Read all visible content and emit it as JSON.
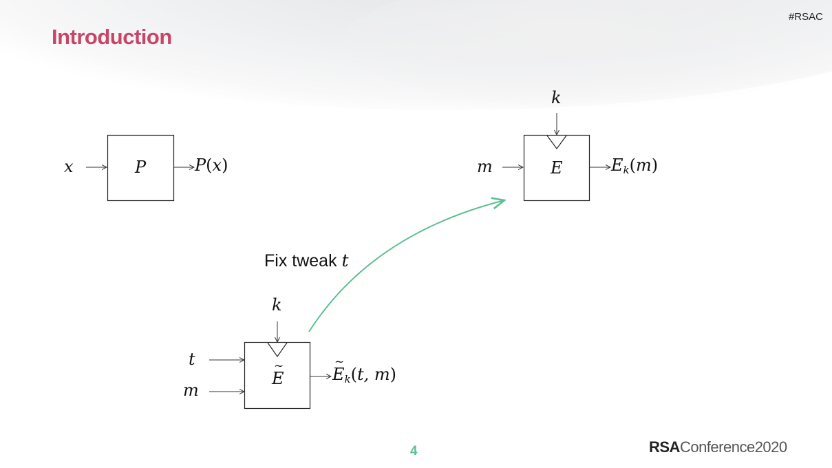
{
  "slide": {
    "title": "Introduction",
    "hashtag": "#RSAC",
    "page_number": "4",
    "footer": {
      "brand": "RSA",
      "tail": "Conference2020"
    },
    "colors": {
      "title": "#c8456a",
      "accent": "#5cbf93",
      "text": "#111111"
    }
  },
  "diagram": {
    "permutation": {
      "input": "x",
      "box": "P",
      "output_fn": "P",
      "output_arg": "x"
    },
    "block_cipher": {
      "key": "k",
      "input": "m",
      "box": "E",
      "output_fn": "E",
      "output_sub": "k",
      "output_arg": "m"
    },
    "tweakable_cipher": {
      "key": "k",
      "tweak": "t",
      "input": "m",
      "box": "E",
      "output_fn": "E",
      "output_sub": "k",
      "output_arg": "t, m"
    },
    "transition_label_text": "Fix tweak ",
    "transition_label_var": "t"
  }
}
